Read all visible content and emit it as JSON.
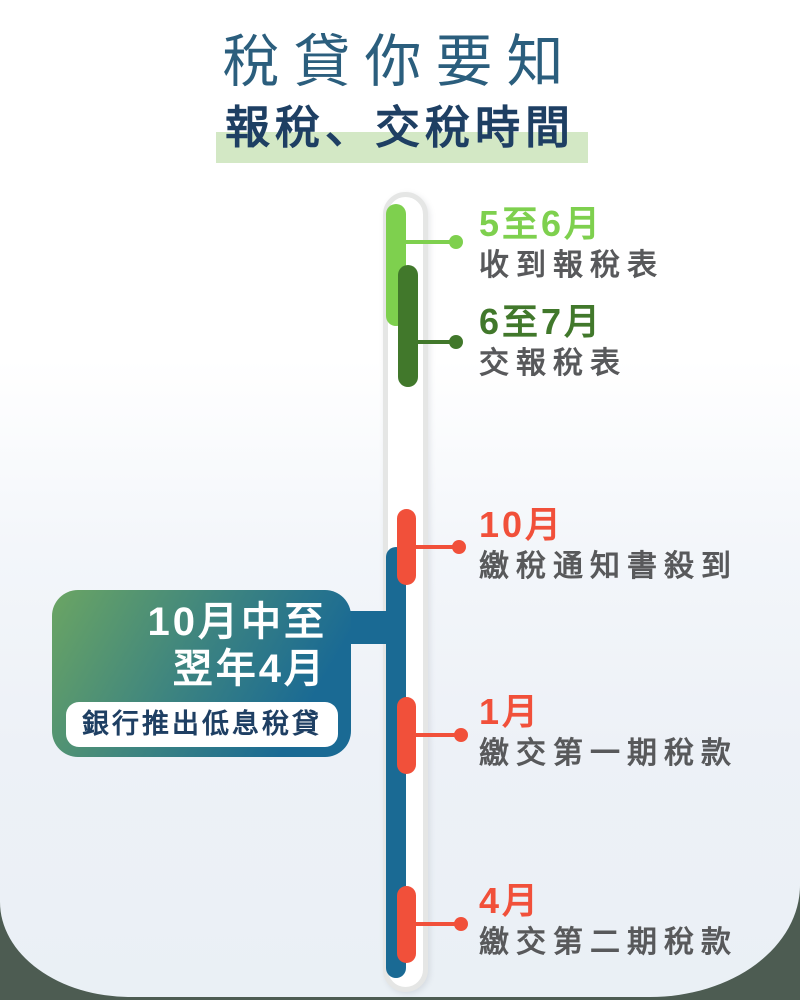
{
  "header": {
    "title": "稅貸你要知",
    "subtitle": "報稅、交稅時間"
  },
  "timeline": {
    "events": [
      {
        "month": "5至6月",
        "desc": "收到報稅表",
        "color": "#7ed04e"
      },
      {
        "month": "6至7月",
        "desc": "交報稅表",
        "color": "#41782b"
      },
      {
        "month": "10月",
        "desc": "繳稅通知書殺到",
        "color": "#f1503a"
      },
      {
        "month": "1月",
        "desc": "繳交第一期稅款",
        "color": "#f1503a"
      },
      {
        "month": "4月",
        "desc": "繳交第二期稅款",
        "color": "#f1503a"
      }
    ],
    "callout": {
      "period_line1": "10月中至",
      "period_line2": "翌年4月",
      "badge": "銀行推出低息稅貸"
    }
  },
  "colors": {
    "title_teal": "#2b5e7d",
    "navy": "#1e3f63",
    "subtitle_highlight": "#d3e8c5",
    "light_green": "#7ed04e",
    "dark_green": "#41782b",
    "red_orange": "#f1503a",
    "blue": "#1a6a94",
    "callout_green": "#6ba563",
    "desc_gray": "#58595b",
    "track_border": "#e5e6e5",
    "outer_background": "#4d5c52"
  }
}
